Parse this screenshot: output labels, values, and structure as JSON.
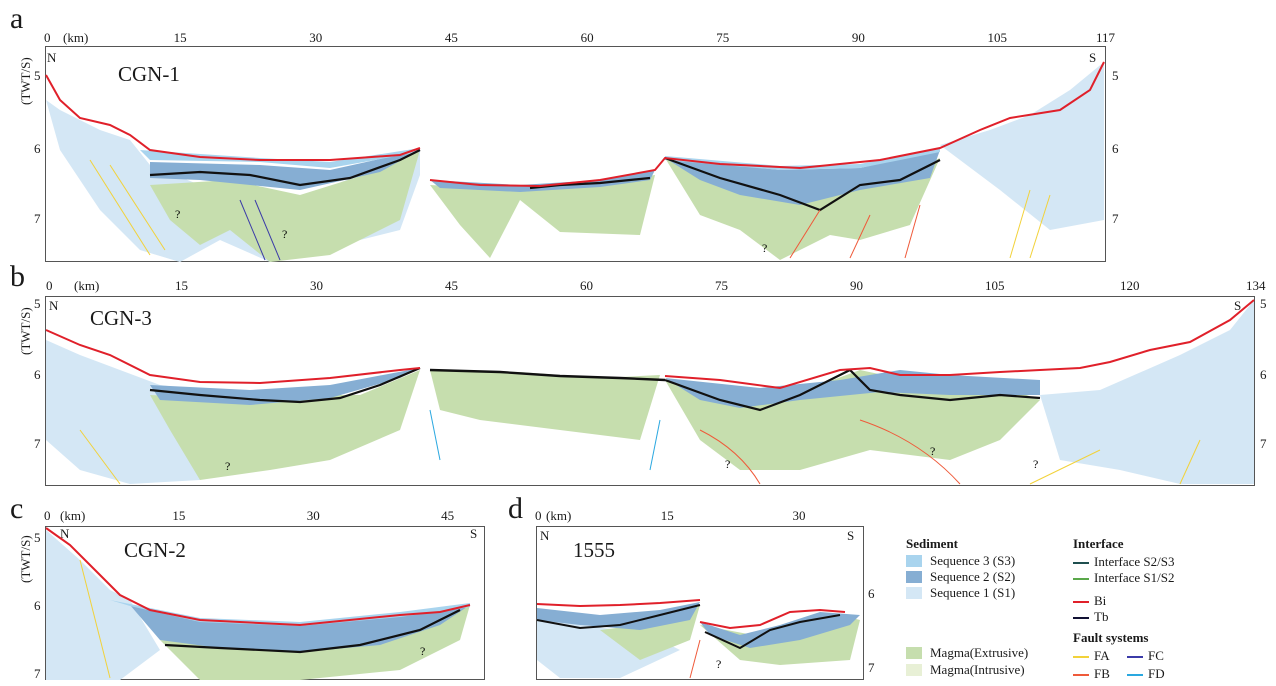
{
  "panels": [
    {
      "letter": "a",
      "name": "CGN-1",
      "north": "N",
      "south": "S",
      "unit": "(km)",
      "xticks": [
        "0",
        "15",
        "30",
        "45",
        "60",
        "75",
        "90",
        "105",
        "117"
      ],
      "yleft": [
        "5",
        "6",
        "7"
      ],
      "yright": [
        "5",
        "6",
        "7"
      ],
      "ytitle": "(TWT/S)"
    },
    {
      "letter": "b",
      "name": "CGN-3",
      "north": "N",
      "south": "S",
      "unit": "(km)",
      "xticks": [
        "0",
        "15",
        "30",
        "45",
        "60",
        "75",
        "90",
        "105",
        "120",
        "134"
      ],
      "yleft": [
        "5",
        "6",
        "7"
      ],
      "yright": [
        "5",
        "6",
        "7"
      ],
      "ytitle": "(TWT/S)"
    },
    {
      "letter": "c",
      "name": "CGN-2",
      "north": "N",
      "south": "S",
      "unit": "(km)",
      "xticks": [
        "0",
        "15",
        "30",
        "45"
      ],
      "yleft": [
        "5",
        "6",
        "7"
      ],
      "ytitle": "(TWT/S)"
    },
    {
      "letter": "d",
      "name": "1555",
      "north": "N",
      "south": "S",
      "unit": "(km)",
      "xticks": [
        "0",
        "15",
        "30"
      ],
      "yright": [
        "6",
        "7"
      ]
    }
  ],
  "question_mark": "?",
  "legend": {
    "sediment_title": "Sediment",
    "sediment_items": [
      {
        "label": "Sequence 3 (S3)",
        "color": "#a9d4ee"
      },
      {
        "label": "Sequence 2 (S2)",
        "color": "#86aed3"
      },
      {
        "label": "Sequence 1 (S1)",
        "color": "#d4e7f5"
      }
    ],
    "magma_items": [
      {
        "label": "Magma(Extrusive)",
        "color": "#c6deae"
      },
      {
        "label": "Magma(Intrusive)",
        "color": "#e8f0d6"
      }
    ],
    "interface_title": "Interface",
    "interface_items": [
      {
        "label": "Interface S2/S3",
        "color": "#1f4f4f"
      },
      {
        "label": "Interface S1/S2",
        "color": "#5aa84a"
      },
      {
        "label": "Bi",
        "color": "#e0202a"
      },
      {
        "label": "Tb",
        "color": "#111133"
      }
    ],
    "fault_title": "Fault systems",
    "fault_items": [
      {
        "label": "FA",
        "color": "#f2d23a"
      },
      {
        "label": "FC",
        "color": "#3b3ba8"
      },
      {
        "label": "FB",
        "color": "#ef5a3a"
      },
      {
        "label": "FD",
        "color": "#2aa8e0"
      }
    ]
  }
}
